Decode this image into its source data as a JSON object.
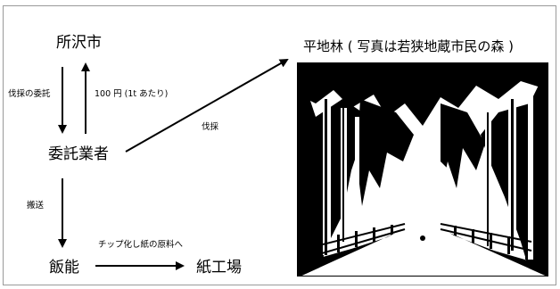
{
  "nodes": {
    "tokorozawa": "所沢市",
    "contractor": "委託業者",
    "hanno": "飯能",
    "paper_mill": "紙工場"
  },
  "edge_labels": {
    "cutting_commission": "伐採の委託",
    "payment": "100 円 (1t あたり)",
    "cutting": "伐採",
    "transport": "搬送",
    "chips": "チップ化し紙の原料へ"
  },
  "photo": {
    "title": "平地林 ( 写真は若狭地蔵市民の森 )",
    "subject": "tree-lined forest path (black and white)"
  }
}
